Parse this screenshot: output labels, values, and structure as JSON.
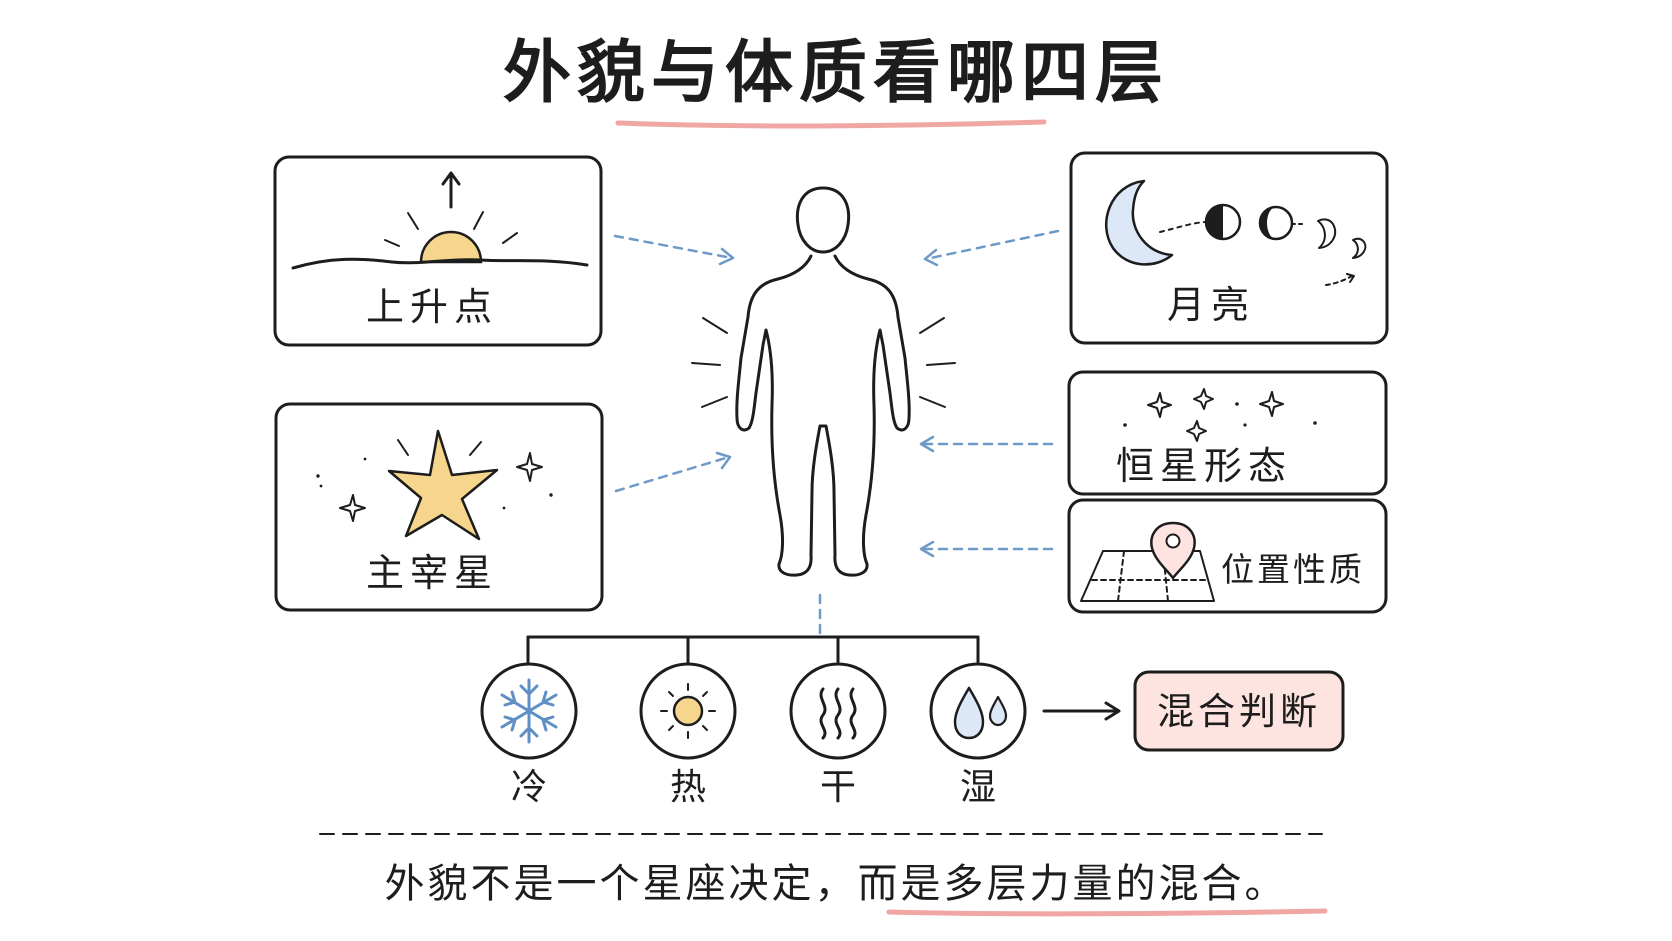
{
  "title": "外貌与体质看哪四层",
  "layers": {
    "ascendant": "上升点",
    "ruler": "主宰星",
    "moon": "月亮",
    "fixed_stars": "恒星形态",
    "placement": "位置性质"
  },
  "qualities": [
    {
      "label": "冷",
      "icon": "snowflake-icon"
    },
    {
      "label": "热",
      "icon": "sun-icon"
    },
    {
      "label": "干",
      "icon": "dry-waves-icon"
    },
    {
      "label": "湿",
      "icon": "water-drops-icon"
    }
  ],
  "result": "混合判断",
  "summary": {
    "part1": "外貌不是一个星座决定，",
    "part2": "而是多层力量的混合。"
  },
  "colors": {
    "accent_pink": "#f0a6a3",
    "pink_fill": "#fde4e1",
    "blue": "#6f9ac8",
    "light_blue_fill": "#dce8f7",
    "gold": "#f6d58c"
  }
}
